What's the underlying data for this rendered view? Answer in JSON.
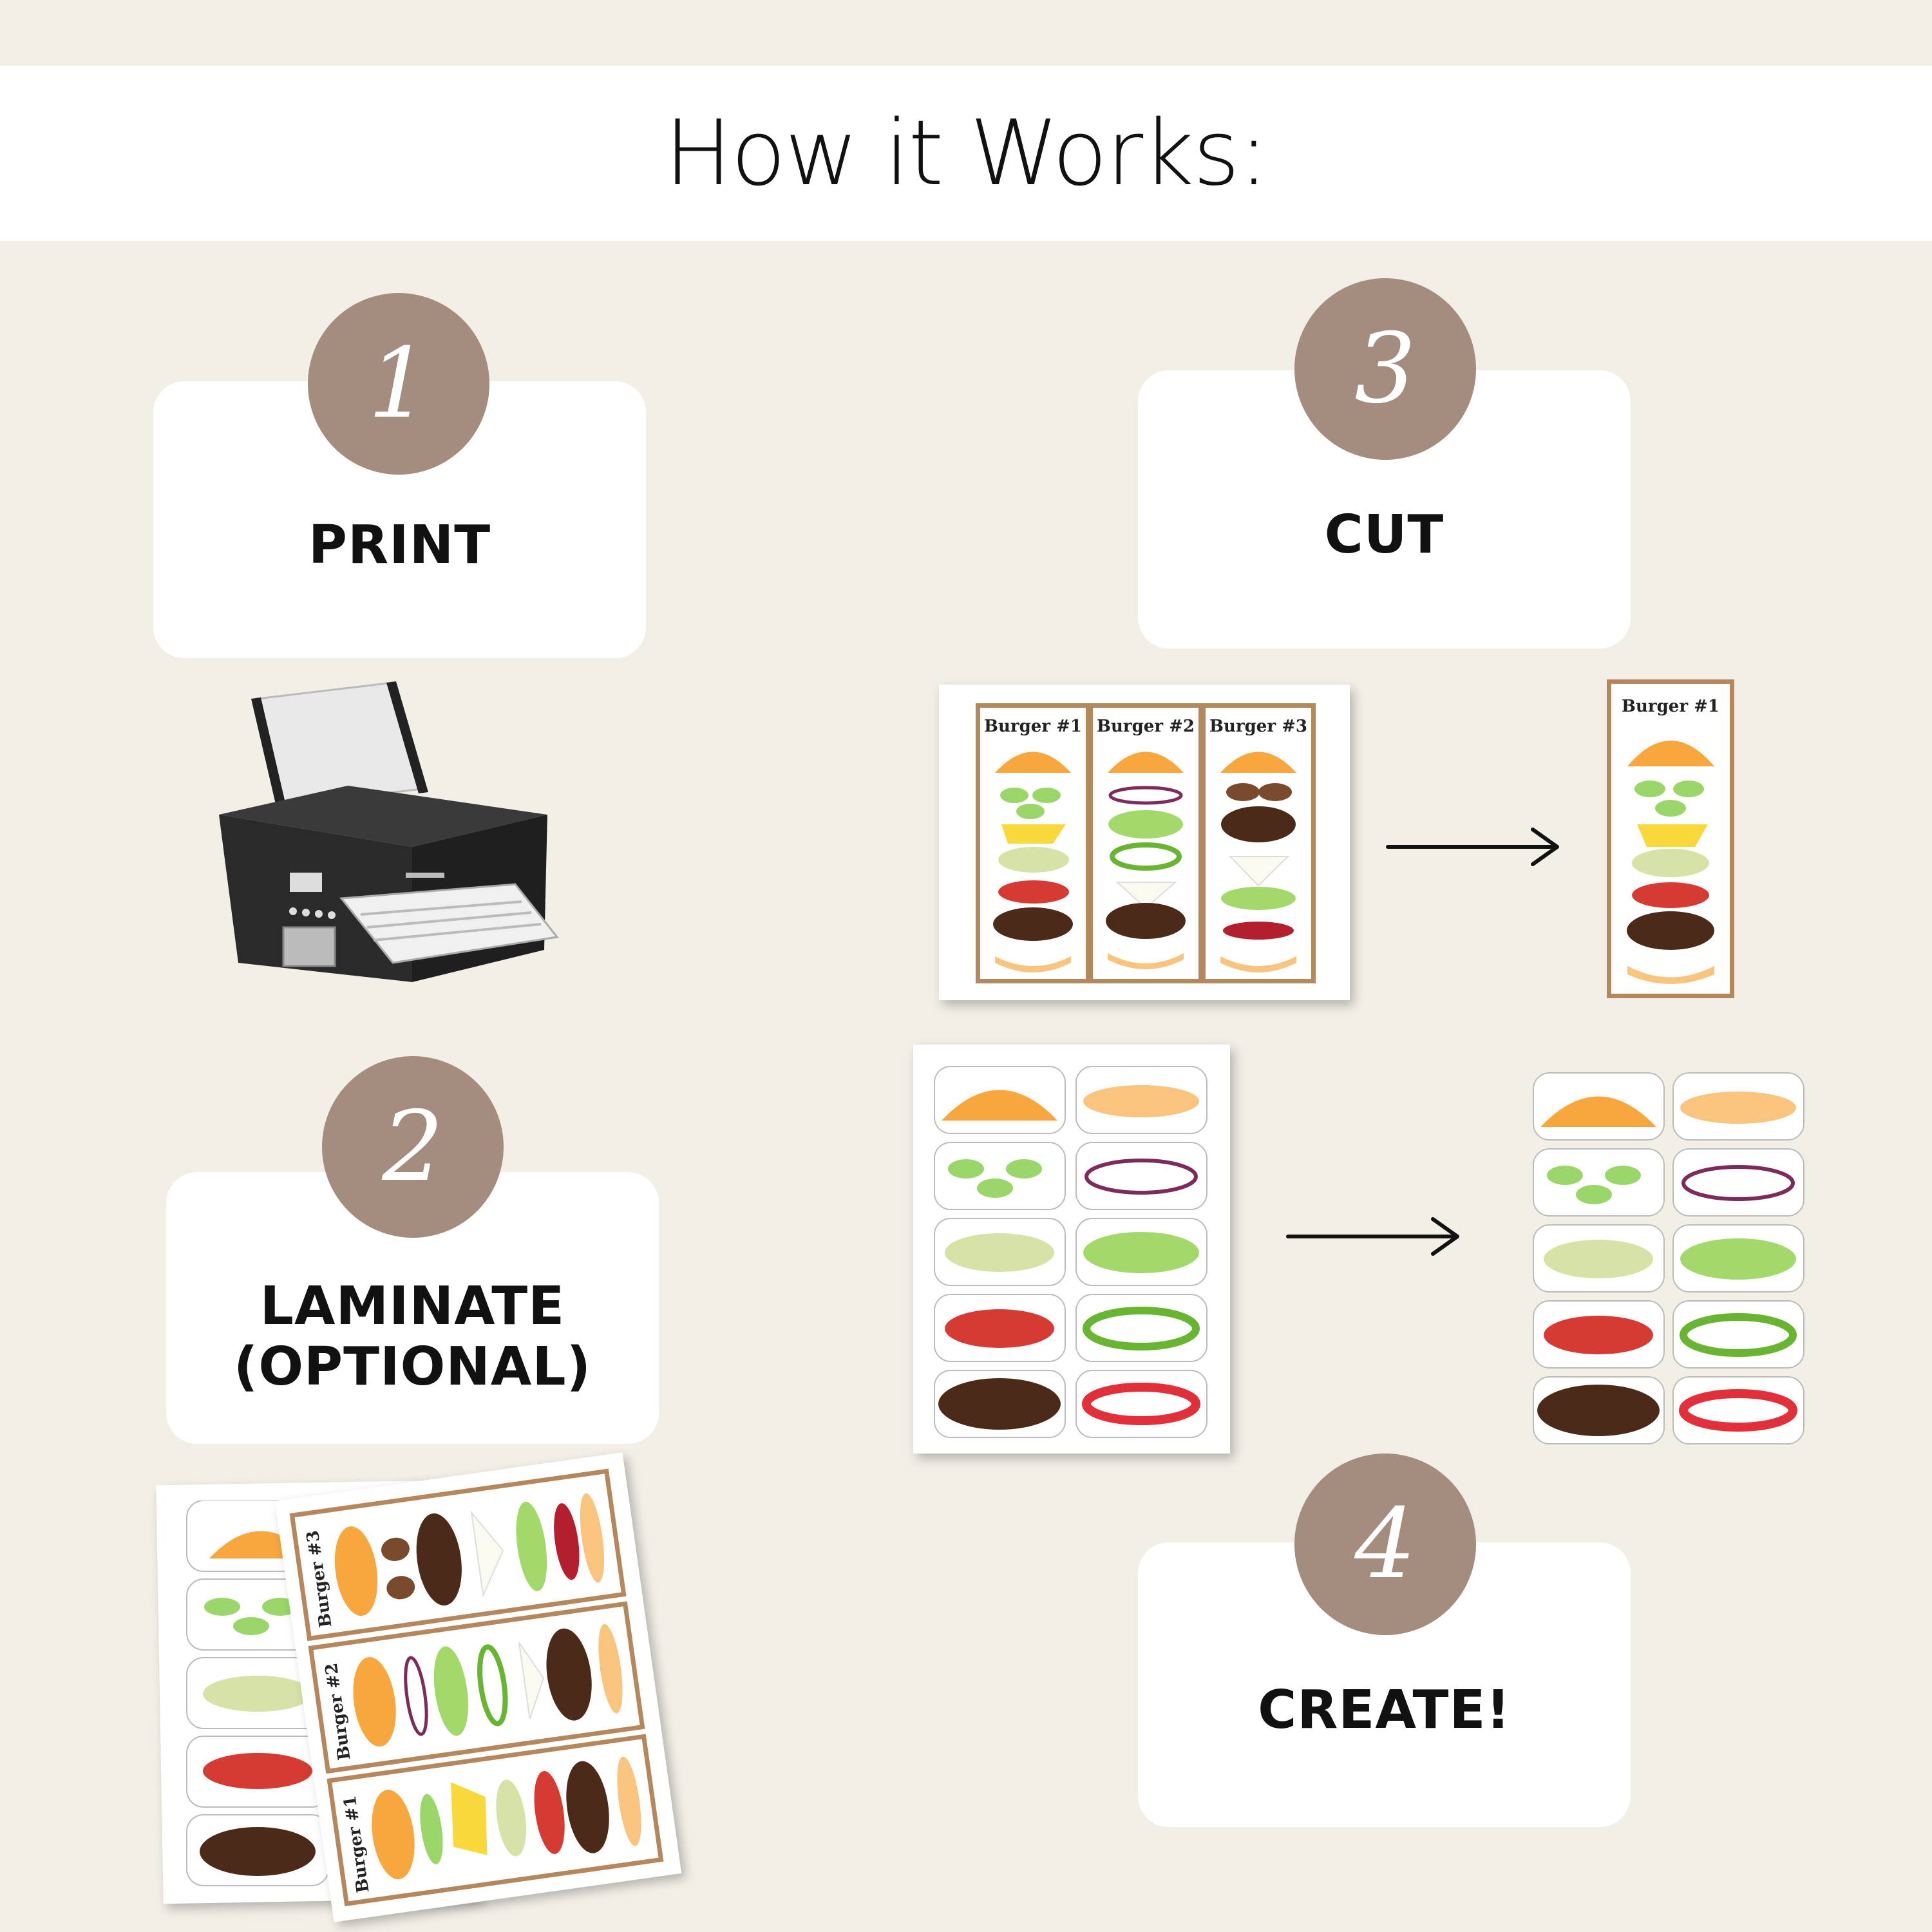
{
  "header": {
    "title": "How it Works:"
  },
  "steps": [
    {
      "number": "1",
      "label": "PRINT"
    },
    {
      "number": "2",
      "label": "LAMINATE\n(OPTIONAL)"
    },
    {
      "number": "3",
      "label": "CUT"
    },
    {
      "number": "4",
      "label": "CREATE!"
    }
  ],
  "burgers": [
    {
      "label": "Burger #1"
    },
    {
      "label": "Burger #2"
    },
    {
      "label": "Burger #3"
    }
  ],
  "colors": {
    "background": "#f2efe7",
    "circle": "#a48c7e",
    "strip_border": "#b5875c"
  }
}
